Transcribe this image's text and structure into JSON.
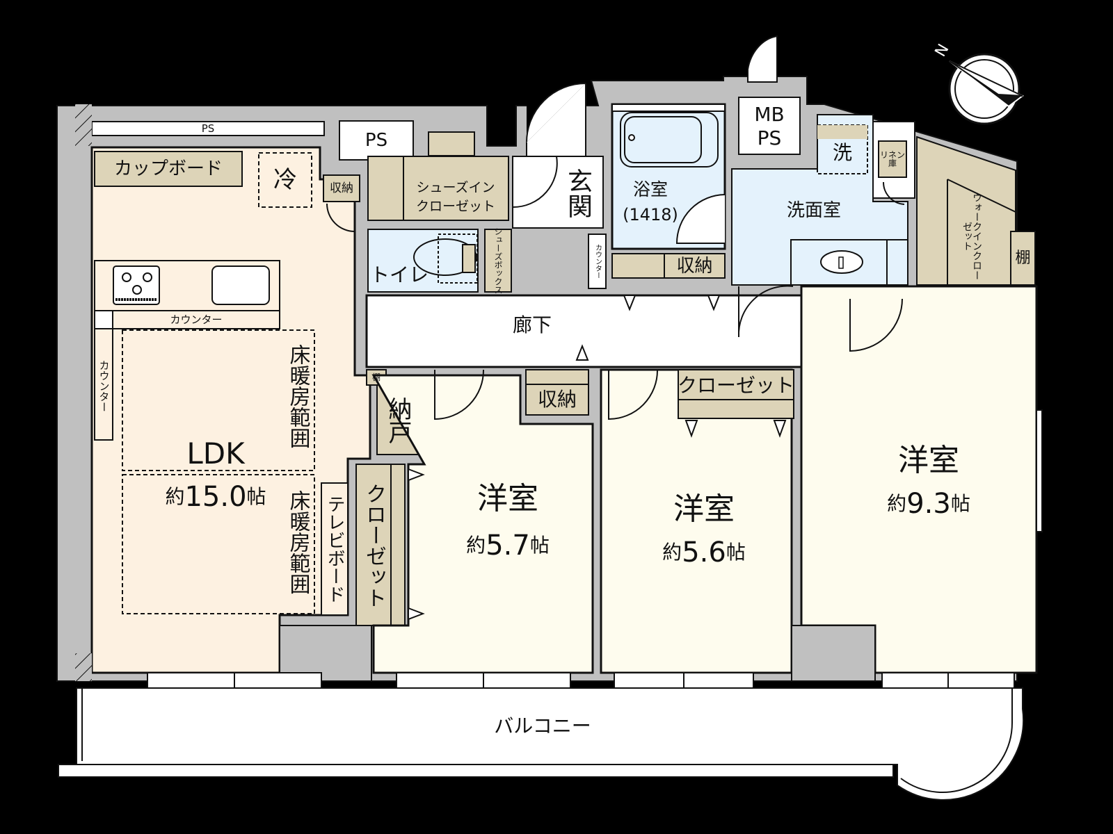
{
  "colors": {
    "background": "#000000",
    "wall": "#c0c0c0",
    "ldk_floor": "#fdf1e1",
    "room_floor": "#fefcee",
    "wet_floor": "#e4f2fc",
    "storage": "#ddd4b8",
    "corridor": "#ffffff",
    "line": "#111111"
  },
  "compass": {
    "label": "N",
    "icon": "compass-icon"
  },
  "rooms": {
    "ldk": {
      "name": "LDK",
      "prefix": "約",
      "size": "15.0",
      "unit": "帖"
    },
    "western1": {
      "name": "洋室",
      "prefix": "約",
      "size": "5.7",
      "unit": "帖"
    },
    "western2": {
      "name": "洋室",
      "prefix": "約",
      "size": "5.6",
      "unit": "帖"
    },
    "western3": {
      "name": "洋室",
      "prefix": "約",
      "size": "9.3",
      "unit": "帖"
    },
    "bathroom": {
      "name": "浴室",
      "spec": "(1418)"
    },
    "washroom": {
      "name": "洗面室"
    },
    "toilet": {
      "name": "トイレ"
    },
    "entrance": {
      "name": "玄関"
    },
    "corridor": {
      "name": "廊下"
    },
    "balcony": {
      "name": "バルコニー"
    }
  },
  "labels": {
    "ps_top": "PS",
    "ps_box": "PS",
    "mb_ps_line1": "MB",
    "mb_ps_line2": "PS",
    "cupboard": "カップボード",
    "fridge": "冷",
    "storage_small": "収納",
    "shoe_in_closet_line1": "シューズイン",
    "shoe_in_closet_line2": "クローゼット",
    "shoe_box": "シューズボックス",
    "counter_kitchen": "カウンター",
    "counter_side": "カウンター",
    "counter_entry": "カウンター",
    "floor_heating_1": "床暖房範囲",
    "floor_heating_2": "床暖房範囲",
    "tv_board": "テレビボード",
    "closet_vertical": "クローゼット",
    "shelf_small": "棚",
    "nando": "納戸",
    "storage_corridor": "収納",
    "storage_bath": "収納",
    "closet_room2": "クローゼット",
    "washer": "洗",
    "linen": "リネン庫",
    "walk_in_closet": "ウォークインクローゼット",
    "shelf_wic": "棚"
  }
}
